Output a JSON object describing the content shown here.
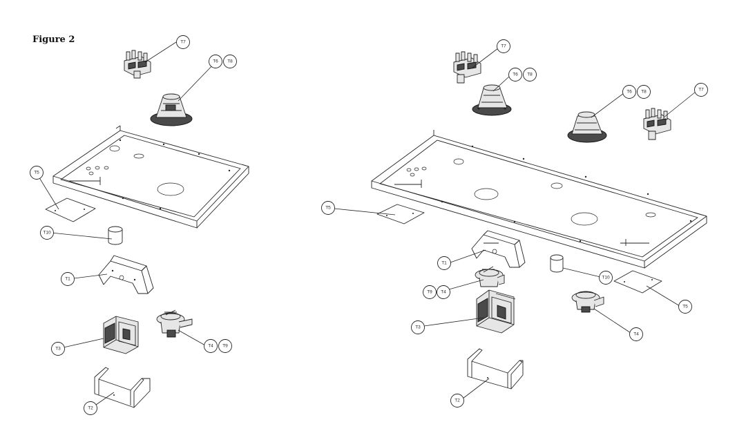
{
  "figure": {
    "title": "Figure 2"
  },
  "labels": {
    "left": {
      "T7": "T7",
      "T6": "T6",
      "T8": "T8",
      "T5": "T5",
      "T10": "T10",
      "T1": "T1",
      "T3": "T3",
      "T4": "T4",
      "T9": "T9",
      "T2": "T2"
    },
    "right": {
      "T7a": "T7",
      "T6a": "T6",
      "T8a": "T8",
      "T6b": "T6",
      "T8b": "T8",
      "T7b": "T7",
      "T5a": "T5",
      "T1": "T1",
      "T9": "T9",
      "T4a": "T4",
      "T3": "T3",
      "T10": "T10",
      "T5b": "T5",
      "T4b": "T4",
      "T2": "T2"
    }
  }
}
